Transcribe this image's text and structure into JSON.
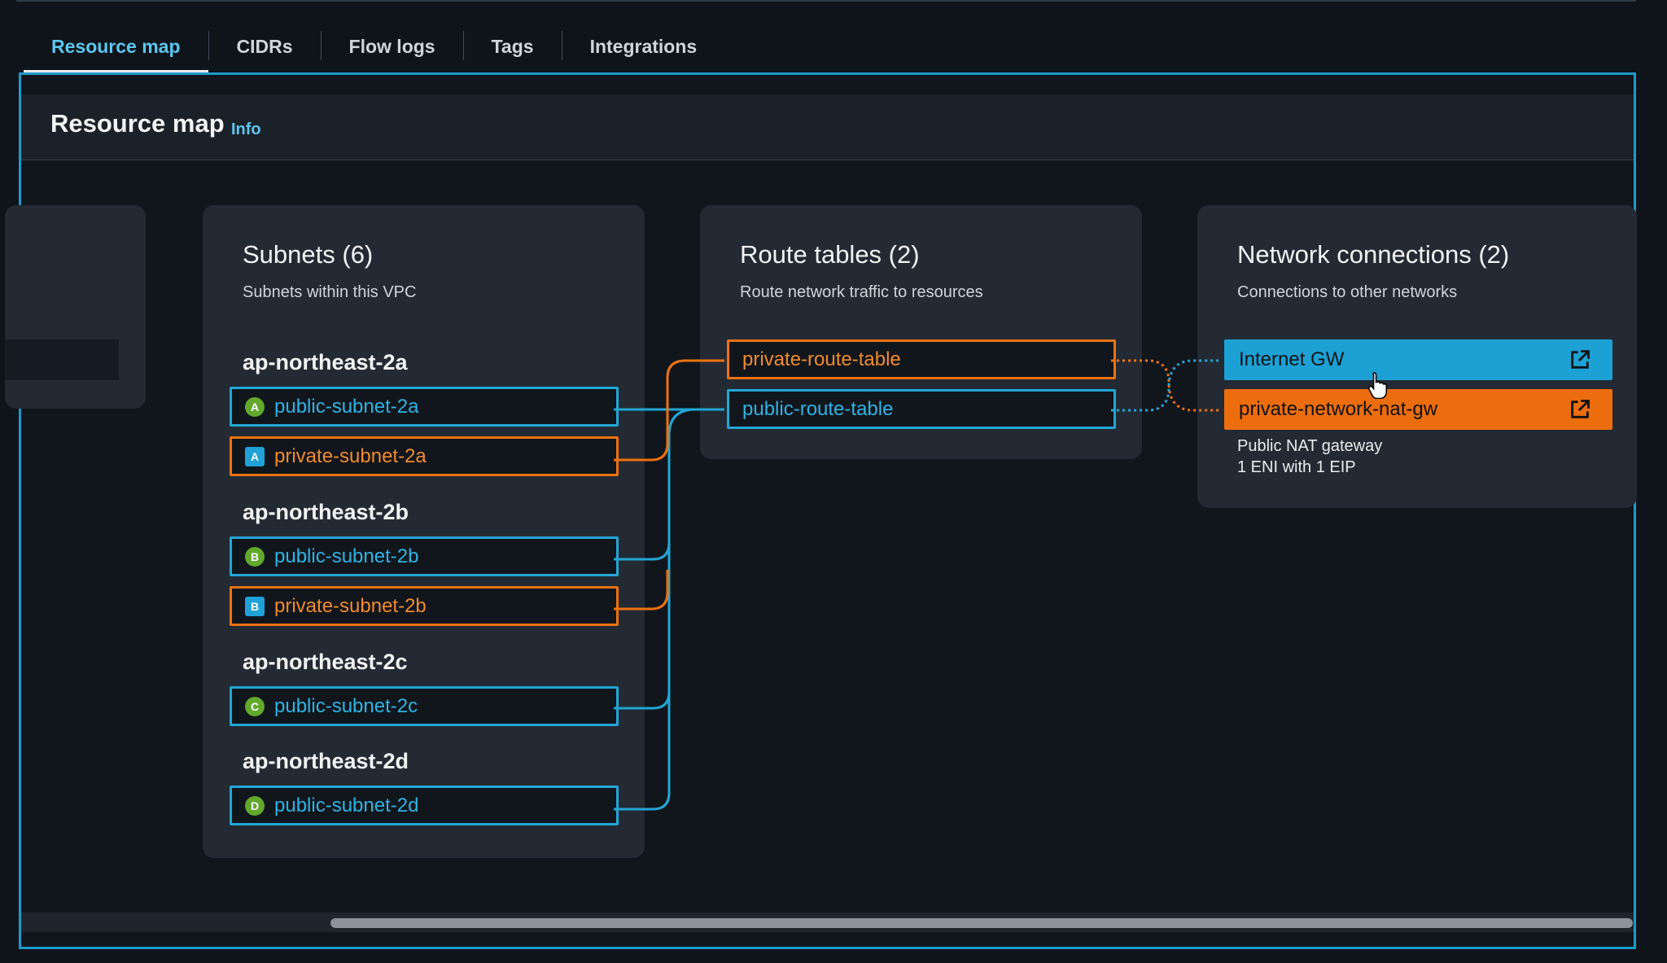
{
  "tabs": [
    {
      "label": "Resource map"
    },
    {
      "label": "CIDRs"
    },
    {
      "label": "Flow logs"
    },
    {
      "label": "Tags"
    },
    {
      "label": "Integrations"
    }
  ],
  "panel": {
    "title": "Resource map",
    "info": "Info"
  },
  "subnets": {
    "title": "Subnets (6)",
    "subtitle": "Subnets within this VPC",
    "zones": [
      {
        "name": "ap-northeast-2a"
      },
      {
        "name": "ap-northeast-2b"
      },
      {
        "name": "ap-northeast-2c"
      },
      {
        "name": "ap-northeast-2d"
      }
    ],
    "items": [
      {
        "badge": "A",
        "label": "public-subnet-2a"
      },
      {
        "badge": "A",
        "label": "private-subnet-2a"
      },
      {
        "badge": "B",
        "label": "public-subnet-2b"
      },
      {
        "badge": "B",
        "label": "private-subnet-2b"
      },
      {
        "badge": "C",
        "label": "public-subnet-2c"
      },
      {
        "badge": "D",
        "label": "public-subnet-2d"
      }
    ]
  },
  "route_tables": {
    "title": "Route tables (2)",
    "subtitle": "Route network traffic to resources",
    "items": [
      {
        "label": "private-route-table"
      },
      {
        "label": "public-route-table"
      }
    ]
  },
  "network_connections": {
    "title": "Network connections (2)",
    "subtitle": "Connections to other networks",
    "items": [
      {
        "label": "Internet GW"
      },
      {
        "label": "private-network-nat-gw",
        "desc1": "Public NAT gateway",
        "desc2": "1 ENI with 1 EIP"
      }
    ]
  },
  "colors": {
    "public": "#23a6d5",
    "private": "#ec7211",
    "accent": "#5cc7f0",
    "frame": "#1d9bc9"
  }
}
